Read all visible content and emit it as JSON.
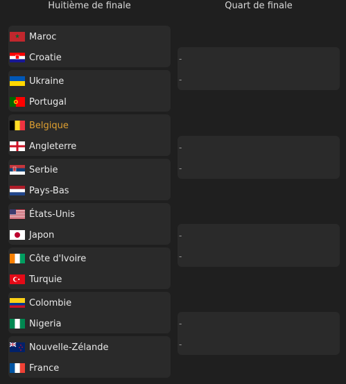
{
  "columns": {
    "round_of_16": "Huitième de finale",
    "quarter_finals": "Quart de finale"
  },
  "round_of_16": [
    {
      "home": {
        "name": "Maroc",
        "flag": "morocco-flag"
      },
      "away": {
        "name": "Croatie",
        "flag": "croatia-flag"
      }
    },
    {
      "home": {
        "name": "Ukraine",
        "flag": "ukraine-flag"
      },
      "away": {
        "name": "Portugal",
        "flag": "portugal-flag"
      }
    },
    {
      "home": {
        "name": "Belgique",
        "flag": "belgium-flag",
        "highlight_color": "#e0a030"
      },
      "away": {
        "name": "Angleterre",
        "flag": "england-flag"
      }
    },
    {
      "home": {
        "name": "Serbie",
        "flag": "serbia-flag"
      },
      "away": {
        "name": "Pays-Bas",
        "flag": "netherlands-flag"
      }
    },
    {
      "home": {
        "name": "États-Unis",
        "flag": "usa-flag"
      },
      "away": {
        "name": "Japon",
        "flag": "japan-flag"
      }
    },
    {
      "home": {
        "name": "Côte d'Ivoire",
        "flag": "ivory-coast-flag"
      },
      "away": {
        "name": "Turquie",
        "flag": "turkey-flag"
      }
    },
    {
      "home": {
        "name": "Colombie",
        "flag": "colombia-flag"
      },
      "away": {
        "name": "Nigeria",
        "flag": "nigeria-flag"
      }
    },
    {
      "home": {
        "name": "Nouvelle-Zélande",
        "flag": "new-zealand-flag"
      },
      "away": {
        "name": "France",
        "flag": "france-flag"
      }
    }
  ],
  "quarter_finals": [
    {
      "home": "-",
      "away": "-"
    },
    {
      "home": "-",
      "away": "-"
    },
    {
      "home": "-",
      "away": "-"
    },
    {
      "home": "-",
      "away": "-"
    }
  ]
}
